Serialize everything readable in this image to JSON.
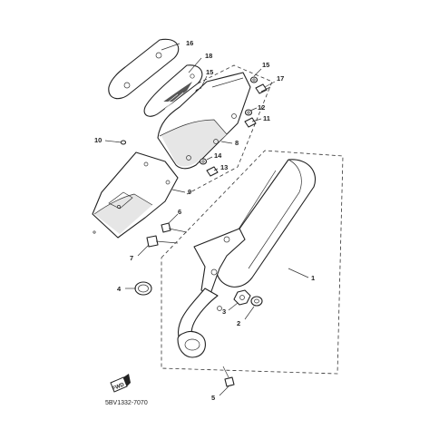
{
  "diagram": {
    "part_code": "5BV1332-7070",
    "front_marker": "FWD",
    "callouts": [
      "1",
      "2",
      "3",
      "4",
      "5",
      "6",
      "7",
      "8",
      "9",
      "10",
      "11",
      "12",
      "13",
      "14",
      "15",
      "15",
      "16",
      "17",
      "18"
    ]
  }
}
